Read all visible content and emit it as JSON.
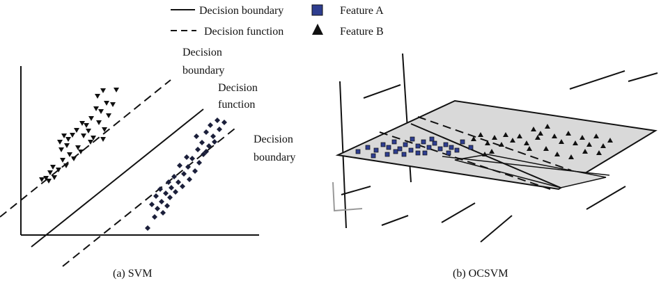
{
  "legend": {
    "solid_label": "Decision boundary",
    "dashed_label": "Decision function",
    "feature_a_label": "Feature A",
    "feature_b_label": "Feature B"
  },
  "svm_panel": {
    "caption": "(a) SVM",
    "label_left_boundary_l1": "Decision",
    "label_left_boundary_l2": "boundary",
    "label_function_l1": "Decision",
    "label_function_l2": "function",
    "label_right_boundary_l1": "Decision",
    "label_right_boundary_l2": "boundary"
  },
  "ocsvm_panel": {
    "caption": "(b) OCSVM"
  },
  "colors": {
    "feature_a": "#2e3d8f",
    "feature_b": "#111111",
    "plane_fill": "#d9d9d9",
    "line": "#111111"
  },
  "icons": {
    "feature_a_marker": "square-marker-icon",
    "feature_b_marker": "triangle-marker-icon"
  }
}
